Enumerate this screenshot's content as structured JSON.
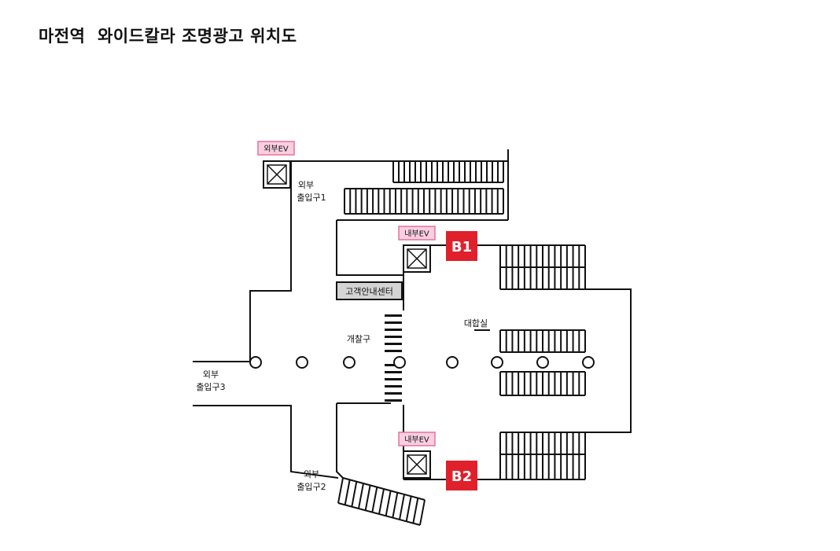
{
  "title": "마전역  와이드칼라 조명광고 위치도",
  "labels": {
    "external_ev": "외부EV",
    "internal_ev_top": "내부EV",
    "internal_ev_bottom": "내부EV",
    "exit1_line1": "외부",
    "exit1_line2": "출입구1",
    "exit2_line1": "외부",
    "exit2_line2": "출입구2",
    "exit3_line1": "외부",
    "exit3_line2": "출입구3",
    "ticket_gate": "개찰구",
    "concourse": "대합실",
    "customer_center": "고객안내센터",
    "b1": "B1",
    "b2": "B2"
  },
  "colors": {
    "pink_fill": "#f9cfe0",
    "pink_border": "#e8709c",
    "badge_red": "#e0202a",
    "info_fill": "#d4d4d4"
  }
}
